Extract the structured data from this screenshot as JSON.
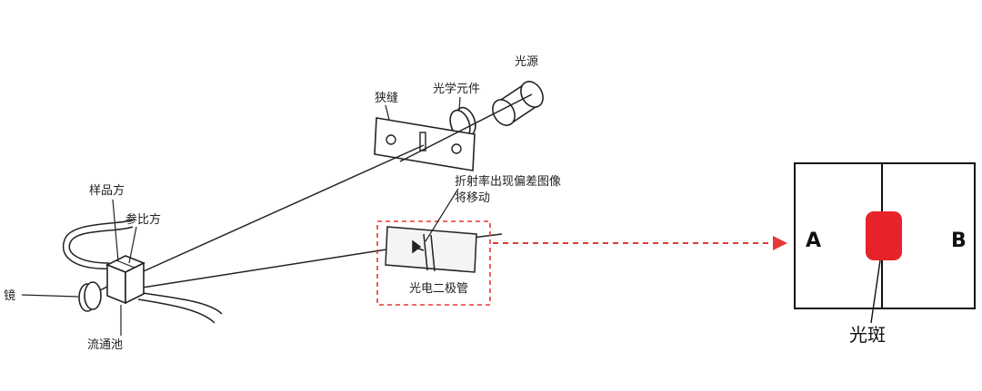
{
  "labels": {
    "light_source": "光源",
    "optical_element": "光学元件",
    "slit": "狭缝",
    "sample_cell": "样品方",
    "reference_cell": "参比方",
    "mirror": "镜",
    "flow_cell": "流通池",
    "shift_note_line1": "折射率出现偏差图像",
    "shift_note_line2": "将移动",
    "photodiode": "光电二极管",
    "side_a": "A",
    "side_b": "B",
    "light_spot": "光斑"
  },
  "colors": {
    "line": "#222222",
    "highlight_box": "#e53935",
    "spot_fill": "#e8222a"
  }
}
